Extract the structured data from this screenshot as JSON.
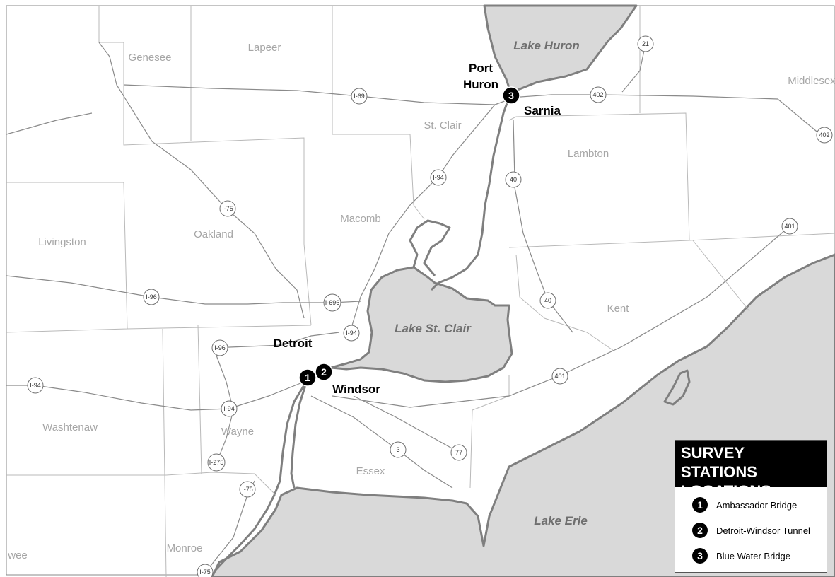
{
  "legend": {
    "title_line1": "SURVEY STATIONS",
    "title_line2": "LOCATIONS",
    "items": [
      {
        "number": "1",
        "label": "Ambassador Bridge"
      },
      {
        "number": "2",
        "label": "Detroit-Windsor Tunnel"
      },
      {
        "number": "3",
        "label": "Blue Water Bridge"
      }
    ]
  },
  "water_bodies": {
    "lake_huron": "Lake Huron",
    "lake_st_clair": "Lake St. Clair",
    "lake_erie": "Lake Erie"
  },
  "cities": {
    "port_huron_line1": "Port",
    "port_huron_line2": "Huron",
    "sarnia": "Sarnia",
    "detroit": "Detroit",
    "windsor": "Windsor"
  },
  "counties": {
    "genesee": "Genesee",
    "lapeer": "Lapeer",
    "st_clair": "St. Clair",
    "lambton": "Lambton",
    "middlesex": "Middlesex",
    "livingston": "Livingston",
    "oakland": "Oakland",
    "macomb": "Macomb",
    "kent": "Kent",
    "washtenaw": "Washtenaw",
    "wayne": "Wayne",
    "essex": "Essex",
    "monroe": "Monroe",
    "shiawassee_partial": "wee"
  },
  "highways": {
    "i69": "I-69",
    "i94_north": "I-94",
    "i75_oakland": "I-75",
    "i96_west": "I-96",
    "i696": "I-696",
    "i94_detroit": "I-94",
    "i96_detroit": "I-96",
    "i94_west": "I-94",
    "i94_wayne": "I-94",
    "i275": "I-275",
    "i75_monroe": "I-75",
    "i75_south": "I-75",
    "on21": "21",
    "on402_east": "402",
    "on402_far": "402",
    "on40_north": "40",
    "on401_north": "401",
    "on40_south": "40",
    "on401_south": "401",
    "on3": "3",
    "on77": "77"
  },
  "markers": {
    "m1": "1",
    "m2": "2",
    "m3": "3"
  },
  "colors": {
    "water": "#d9d9d9",
    "shoreline": "#7f7f7f",
    "marker": "#000000",
    "county_label": "#a6a6a6"
  }
}
